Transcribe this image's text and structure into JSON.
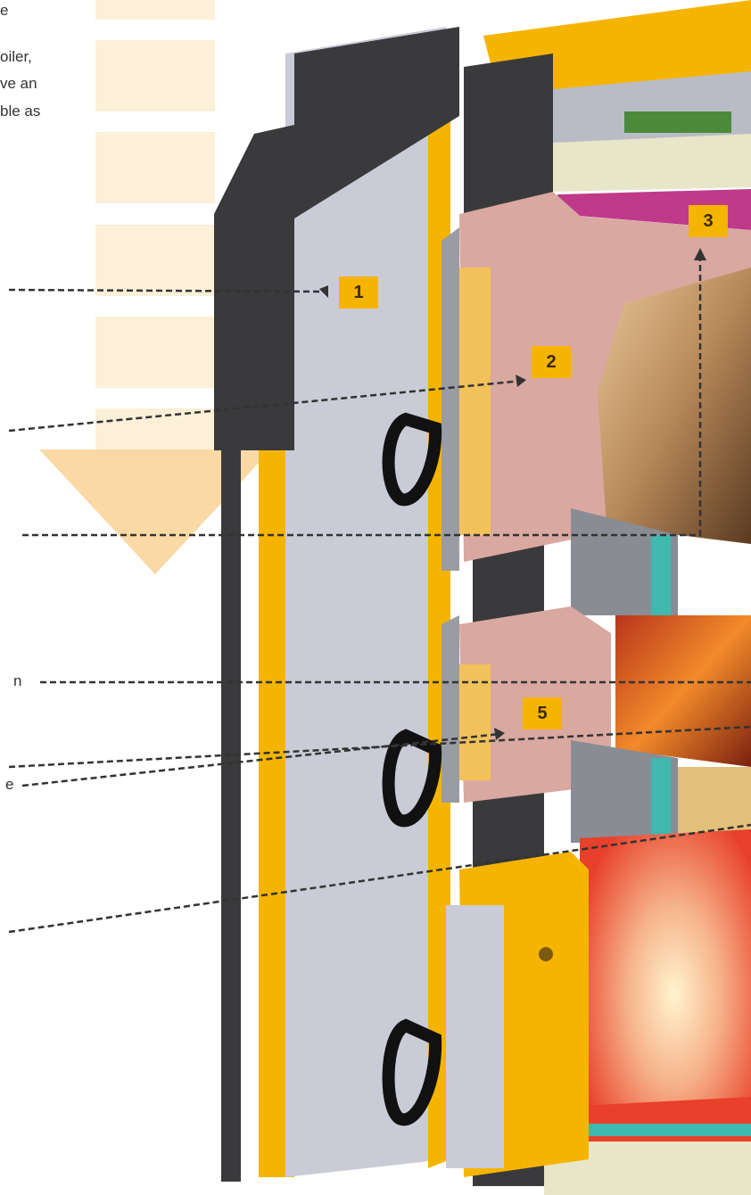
{
  "text_fragments": {
    "line1": "e",
    "line2": "oiler,",
    "line3": "ve an",
    "line4": "ble as",
    "label_mid": "n",
    "label_low": "e"
  },
  "callouts": [
    {
      "number": "1"
    },
    {
      "number": "2"
    },
    {
      "number": "3"
    },
    {
      "number": "5"
    }
  ],
  "colors": {
    "accent_yellow": "#f5b400",
    "band_cream": "#fdf0d8",
    "arrow_peach": "#fbd9a5",
    "frame_dark": "#3a3a3c",
    "panel_grey": "#c9ccd6",
    "chamber_pink": "#d9a8a0",
    "flame_red": "#e8402a",
    "teal_edge": "#3fb8b0"
  }
}
